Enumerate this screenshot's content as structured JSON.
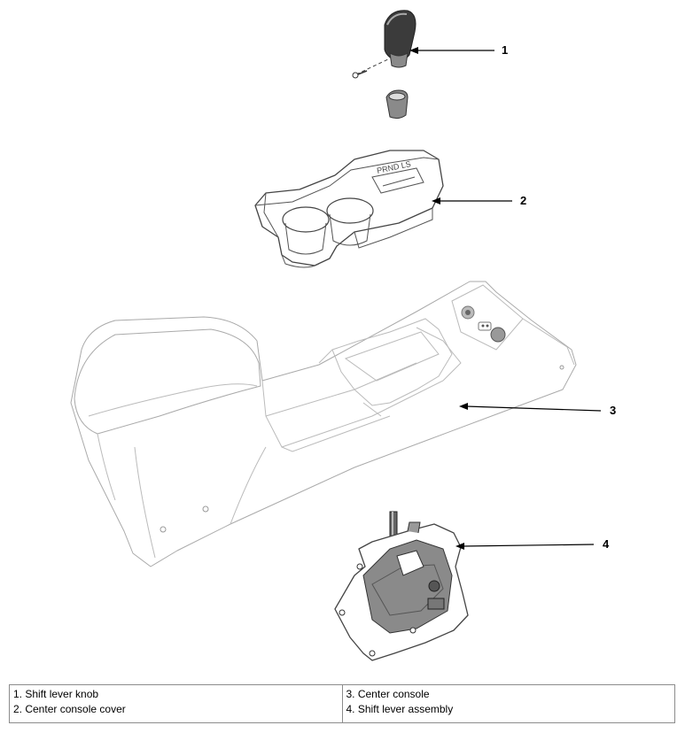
{
  "callouts": [
    {
      "number": "1"
    },
    {
      "number": "2"
    },
    {
      "number": "3"
    },
    {
      "number": "4"
    }
  ],
  "legend": {
    "left": [
      "1. Shift lever knob",
      "2. Center console cover"
    ],
    "right": [
      "3. Center console",
      "4. Shift lever assembly"
    ]
  }
}
